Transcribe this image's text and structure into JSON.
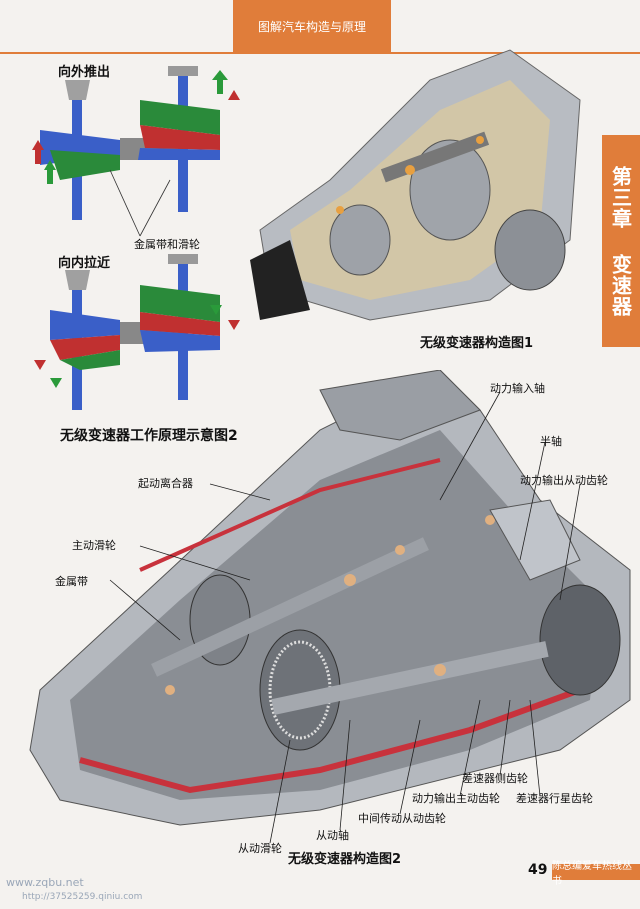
{
  "header": {
    "title": "图解汽车构造与原理"
  },
  "chapter": {
    "label": "第三章 变速器"
  },
  "diagram_top": {
    "label_push_out": "向外推出",
    "label_pull_in": "向内拉近",
    "label_belt_pulley": "金属带和滑轮",
    "caption": "无级变速器工作原理示意图2"
  },
  "figure1": {
    "caption": "无级变速器构造图1"
  },
  "figure2": {
    "caption": "无级变速器构造图2",
    "labels": {
      "input_shaft": "动力输入轴",
      "half_shaft": "半轴",
      "output_driven_gear": "动力输出从动齿轮",
      "start_clutch": "起动离合器",
      "drive_pulley": "主动滑轮",
      "metal_belt": "金属带",
      "diff_side_gear": "差速器侧齿轮",
      "output_drive_gear": "动力输出主动齿轮",
      "diff_planet_gear": "差速器行星齿轮",
      "intermediate_driven_gear": "中间传动从动齿轮",
      "driven_shaft": "从动轴",
      "driven_pulley": "从动滑轮"
    }
  },
  "footer": {
    "page": "49",
    "series": "陈总编爱车热线丛书",
    "watermark": "www.zqbu.net",
    "watermark2": "http://37525259.qiniu.com"
  }
}
